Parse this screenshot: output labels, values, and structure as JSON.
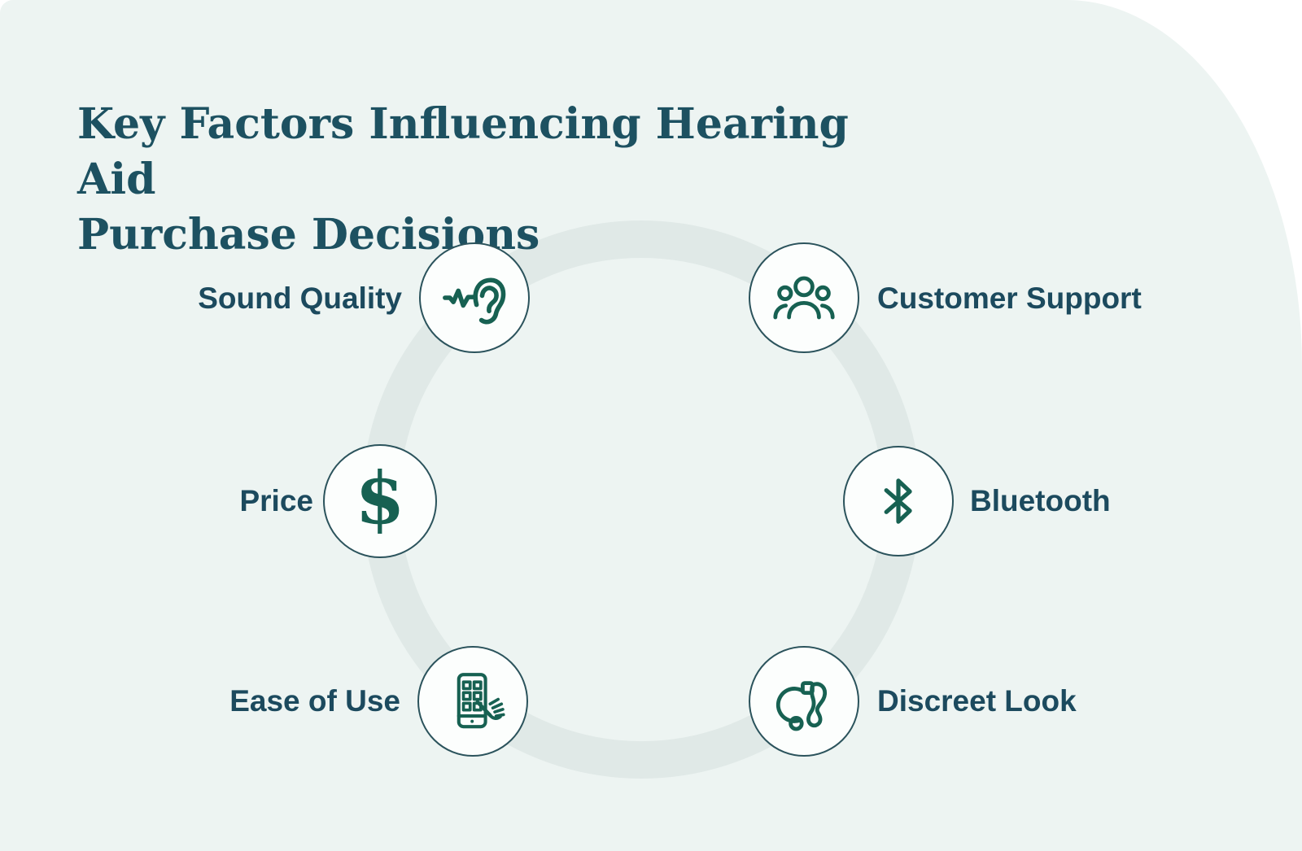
{
  "title_lines": [
    "Key Factors Influencing Hearing Aid",
    "Purchase Decisions"
  ],
  "factors": [
    {
      "label": "Sound Quality",
      "icon": "ear-sound-wave-icon",
      "side": "left"
    },
    {
      "label": "Customer Support",
      "icon": "people-group-icon",
      "side": "right"
    },
    {
      "label": "Price",
      "icon": "dollar-sign-icon",
      "side": "left",
      "glyph": "$"
    },
    {
      "label": "Bluetooth",
      "icon": "bluetooth-icon",
      "side": "right"
    },
    {
      "label": "Ease of Use",
      "icon": "phone-tap-icon",
      "side": "left"
    },
    {
      "label": "Discreet Look",
      "icon": "hearing-aid-icon",
      "side": "right"
    }
  ],
  "colors": {
    "background_mint": "#edf4f2",
    "ring": "#e0e9e7",
    "circle_fill": "#fcfefd",
    "circle_border": "#2b535c",
    "icon_green": "#176152",
    "label_text": "#1c4a5e",
    "title_text": "#1d5161",
    "page_white": "#ffffff"
  }
}
